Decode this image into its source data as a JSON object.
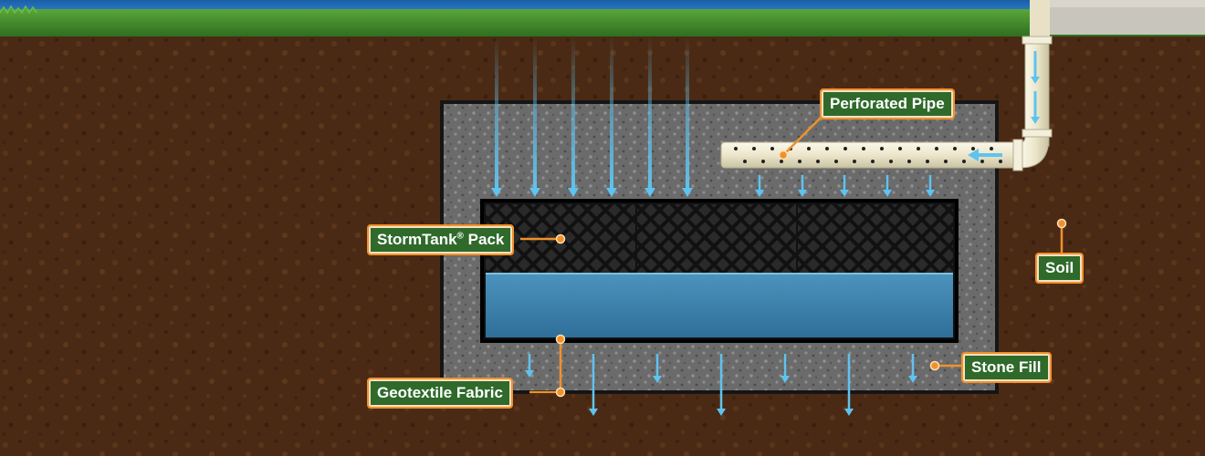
{
  "labels": {
    "perforated_pipe": "Perforated Pipe",
    "stormtank_pack": "StormTank",
    "stormtank_mark": "®",
    "stormtank_suffix": " Pack",
    "soil": "Soil",
    "stone_fill": "Stone Fill",
    "geotextile_fabric": "Geotextile Fabric"
  },
  "colors": {
    "soil": "#4a2a15",
    "grass": "#3f8a2c",
    "stone_fill": "#6b6b6b",
    "water": "#3f86b0",
    "arrow": "#5fc3ef",
    "pipe": "#f1ecd4",
    "label_bg": "#2f6a2b",
    "label_border": "#f0912a"
  },
  "icons": {
    "flow_arrow": "down-arrow-icon",
    "pipe_flow_arrow": "left-arrow-icon",
    "callout_dot": "orange-dot-icon"
  }
}
